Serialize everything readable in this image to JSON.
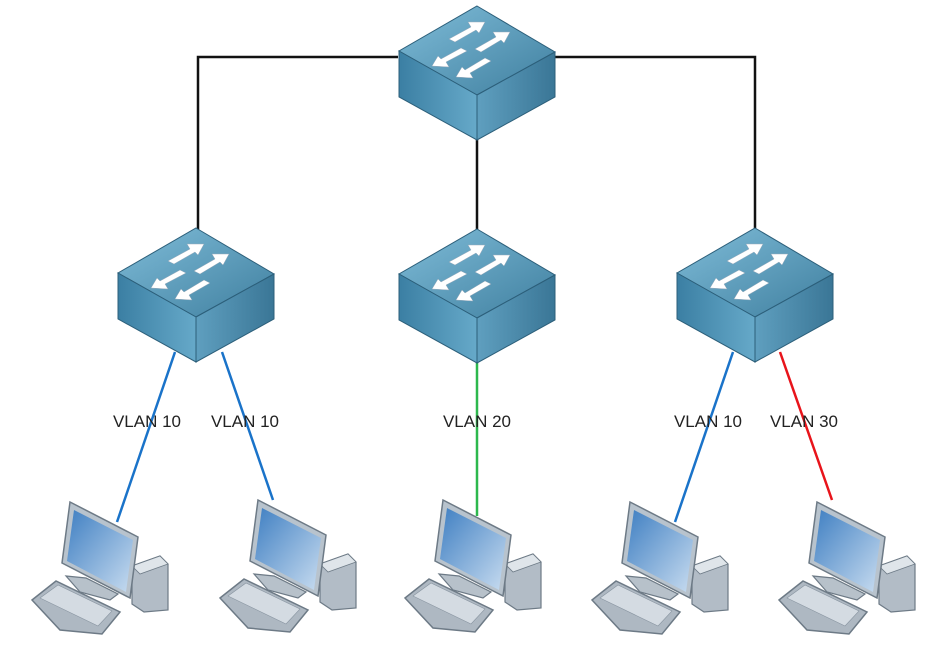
{
  "colors": {
    "trunk": "#111111",
    "vlan10": "#1a73c9",
    "vlan20": "#2db84d",
    "vlan30": "#e8141b",
    "switch": "#4a8eb0"
  },
  "nodes": {
    "core_switch": {
      "icon": "switch-icon"
    },
    "access_switches": [
      {
        "icon": "switch-icon"
      },
      {
        "icon": "switch-icon"
      },
      {
        "icon": "switch-icon"
      }
    ],
    "computers": [
      {
        "icon": "computer-icon"
      },
      {
        "icon": "computer-icon"
      },
      {
        "icon": "computer-icon"
      },
      {
        "icon": "computer-icon"
      },
      {
        "icon": "computer-icon"
      }
    ]
  },
  "links": [
    {
      "label": "VLAN 10",
      "vlan": "vlan10"
    },
    {
      "label": "VLAN 10",
      "vlan": "vlan10"
    },
    {
      "label": "VLAN 20",
      "vlan": "vlan20"
    },
    {
      "label": "VLAN 10",
      "vlan": "vlan10"
    },
    {
      "label": "VLAN 30",
      "vlan": "vlan30"
    }
  ]
}
